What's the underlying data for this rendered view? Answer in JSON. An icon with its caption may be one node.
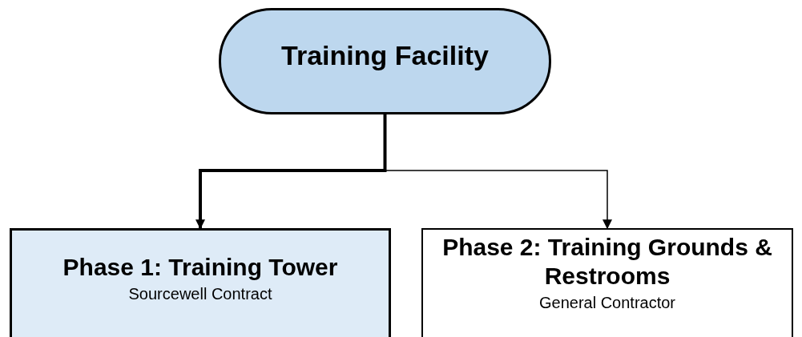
{
  "diagram": {
    "nodes": [
      {
        "text": [
          "Training Facility"
        ]
      },
      {
        "text": [
          "Phase 1: Training Tower",
          "Sourcewell Contract"
        ]
      },
      {
        "text": [
          "Phase 2: Training Grounds & Restrooms",
          "General Contractor"
        ]
      }
    ],
    "edges": [
      {
        "from": 0,
        "to": 1,
        "arrow": "to",
        "style": "thick"
      },
      {
        "from": 0,
        "to": 2,
        "arrow": "to"
      }
    ]
  }
}
